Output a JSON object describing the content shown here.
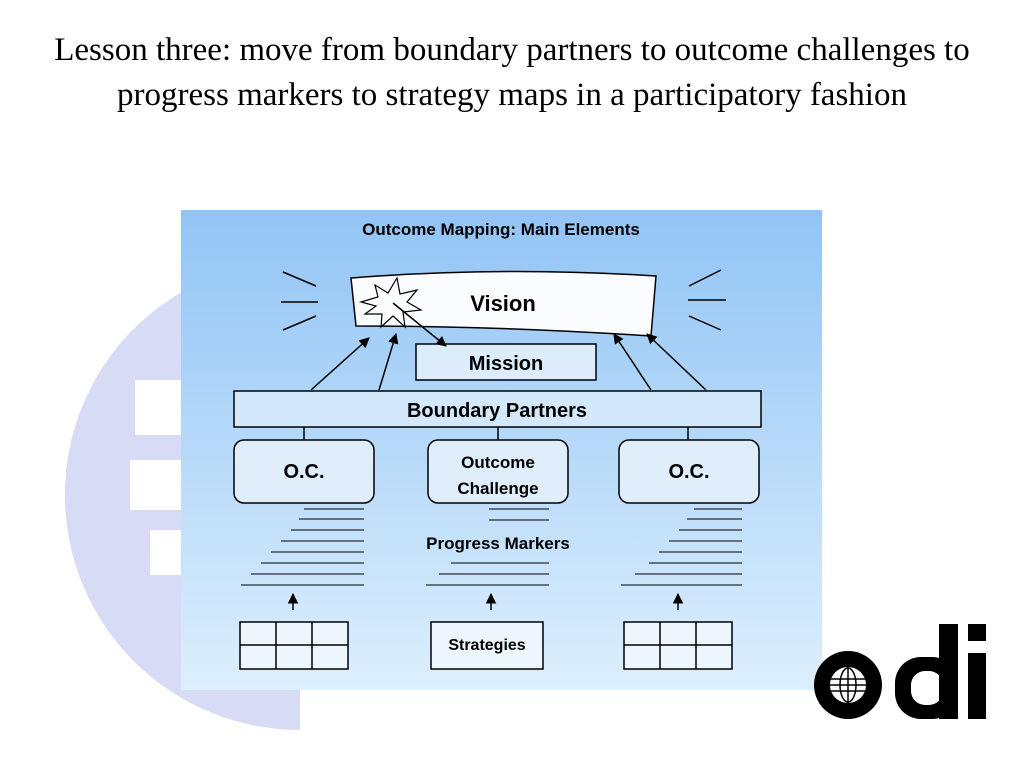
{
  "slide": {
    "title": "Lesson three: move from boundary partners to outcome challenges  to progress markers to strategy maps in a participatory fashion"
  },
  "diagram": {
    "heading": "Outcome Mapping: Main Elements",
    "vision": "Vision",
    "mission": "Mission",
    "boundary_partners": "Boundary Partners",
    "oc_left": "O.C.",
    "outcome_challenge_line1": "Outcome",
    "outcome_challenge_line2": "Challenge",
    "oc_right": "O.C.",
    "progress_markers": "Progress Markers",
    "strategies": "Strategies"
  },
  "logo": {
    "text": "odi",
    "icon": "globe-icon"
  },
  "colors": {
    "diagram_bg_top": "#92c4f5",
    "diagram_bg_bottom": "#dceffd",
    "watermark": "#d8dbf6",
    "text": "#000000"
  }
}
